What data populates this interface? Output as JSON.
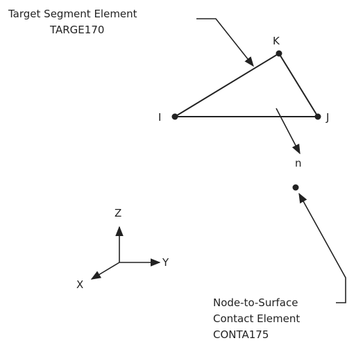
{
  "target_label": {
    "line1": "Target Segment Element",
    "line2": "TARGE170"
  },
  "contact_label": {
    "line1": "Node-to-Surface",
    "line2": "Contact Element",
    "line3": "CONTA175"
  },
  "nodes": {
    "i": "I",
    "j": "J",
    "k": "K",
    "n": "n"
  },
  "axes": {
    "z": "Z",
    "y": "Y",
    "x": "X"
  },
  "colors": {
    "line": "#222222",
    "background": "#ffffff"
  }
}
